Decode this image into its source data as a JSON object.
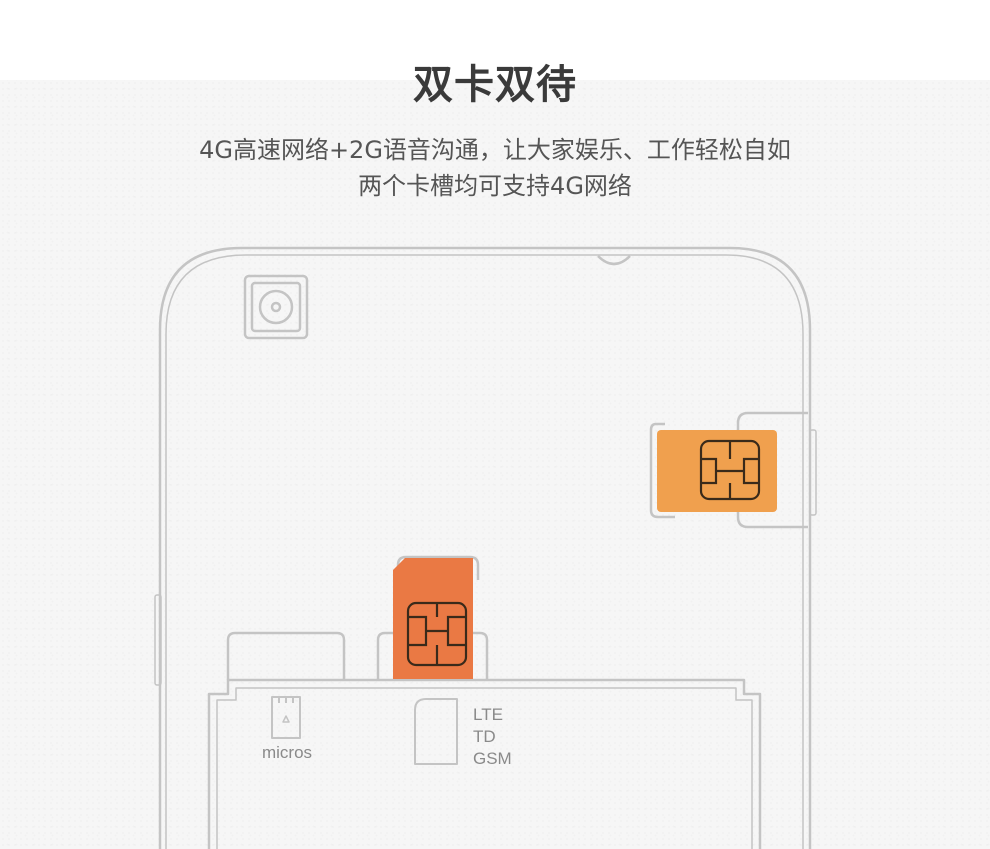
{
  "header": {
    "title": "双卡双待",
    "subtitle_line1": "4G高速网络+2G语音沟通，让大家娱乐、工作轻松自如",
    "subtitle_line2": "两个卡槽均可支持4G网络"
  },
  "slot_labels": {
    "sd_slot": "micros",
    "sim_slot_line1": "LTE",
    "sim_slot_line2": "TD",
    "sim_slot_line3": "GSM"
  },
  "colors": {
    "sim_card_1": "#f0a04e",
    "sim_card_2": "#ea7944",
    "chip_outline": "#3a2a1a",
    "line_art": "#c4c4c4",
    "headline": "#3a3a3a",
    "body_text": "#555555"
  },
  "icons": {
    "sd_card": "sd-card-icon",
    "sim_outline": "sim-outline-icon",
    "camera": "camera-icon"
  }
}
